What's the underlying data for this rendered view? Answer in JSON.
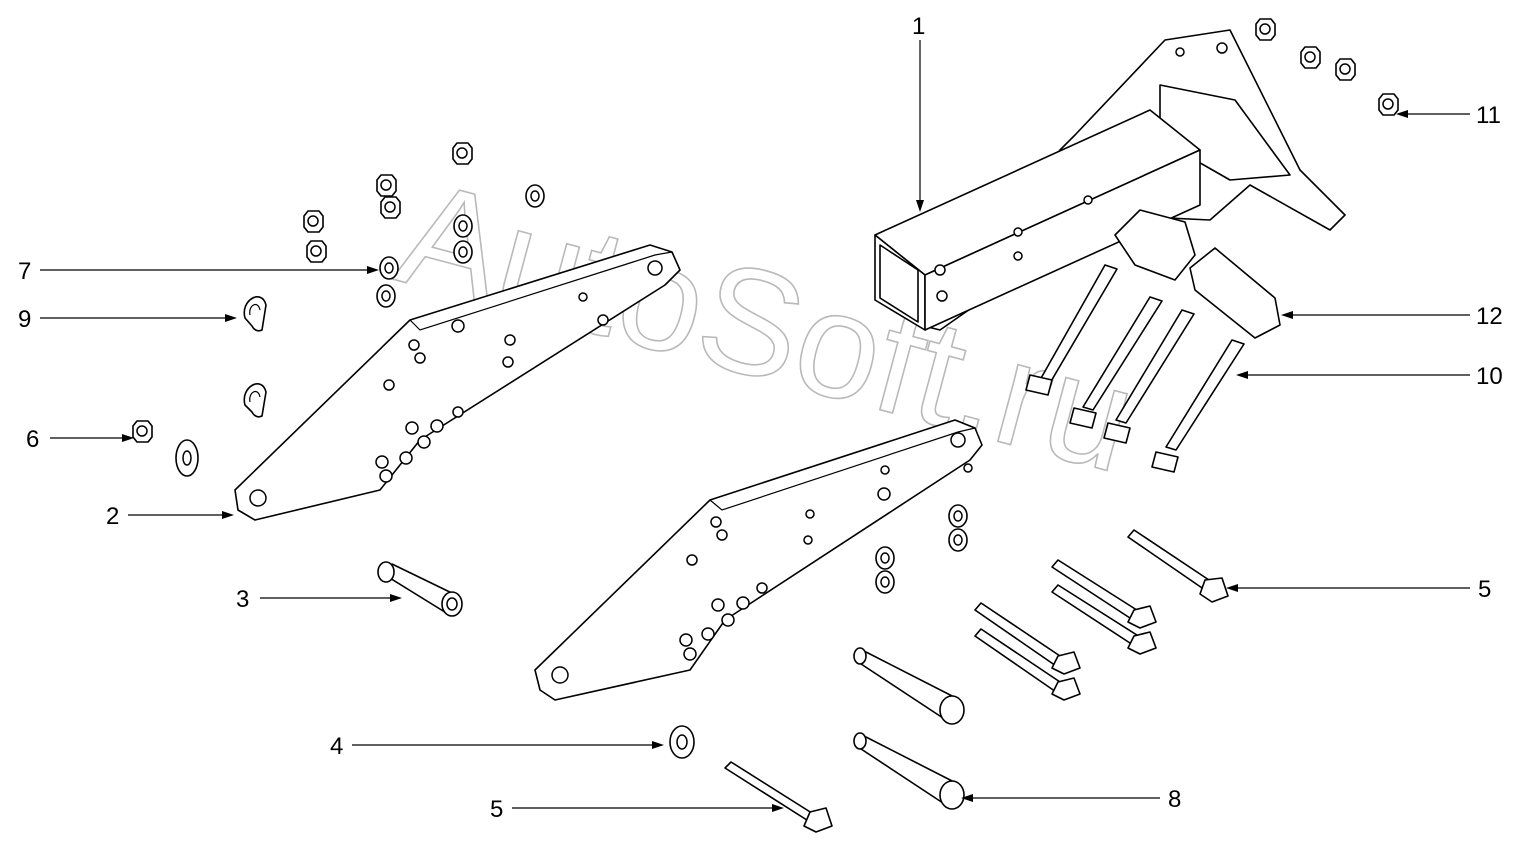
{
  "watermark": "AutoSoft.ru",
  "callouts": [
    {
      "id": "c1",
      "label": "1"
    },
    {
      "id": "c2",
      "label": "2"
    },
    {
      "id": "c3",
      "label": "3"
    },
    {
      "id": "c4",
      "label": "4"
    },
    {
      "id": "c5a",
      "label": "5"
    },
    {
      "id": "c5b",
      "label": "5"
    },
    {
      "id": "c6",
      "label": "6"
    },
    {
      "id": "c7",
      "label": "7"
    },
    {
      "id": "c8",
      "label": "8"
    },
    {
      "id": "c9",
      "label": "9"
    },
    {
      "id": "c10",
      "label": "10"
    },
    {
      "id": "c11",
      "label": "11"
    },
    {
      "id": "c12",
      "label": "12"
    }
  ]
}
